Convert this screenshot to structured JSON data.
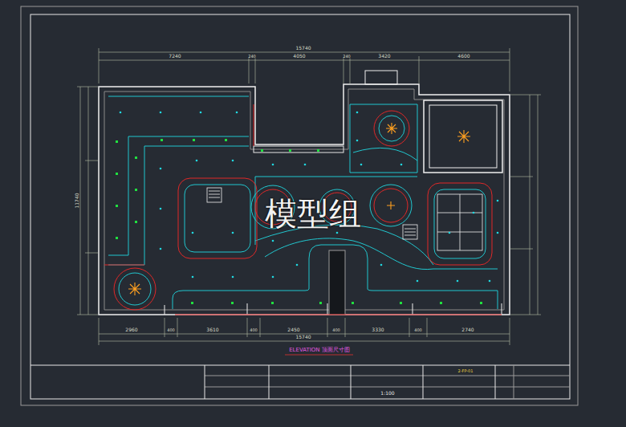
{
  "diagram": {
    "title": "ELEVATION 顶面尺寸图",
    "labels": [
      "模型组",
      "15740",
      "7240",
      "240",
      "4050",
      "240",
      "3420",
      "4600",
      "2960",
      "400",
      "3610",
      "400",
      "2450",
      "400",
      "3330",
      "400",
      "2740",
      "15740",
      "11740",
      "1:100",
      "2-FP-01"
    ]
  }
}
